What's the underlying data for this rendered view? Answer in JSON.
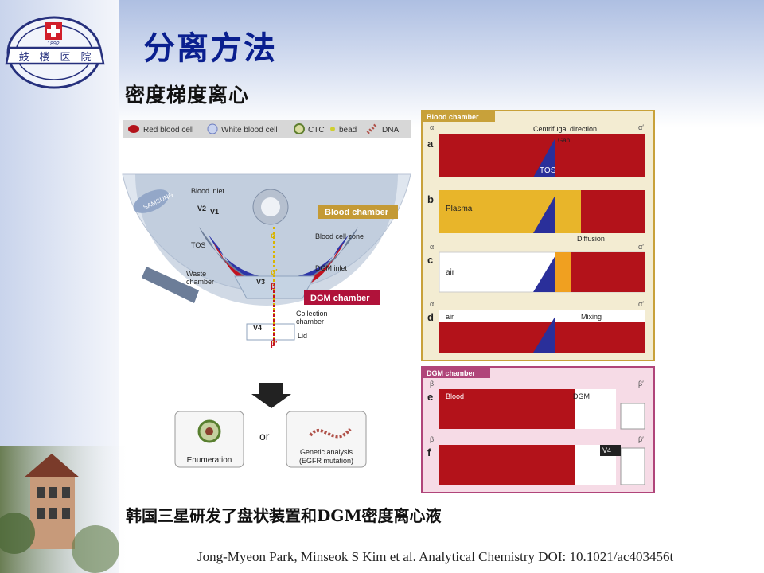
{
  "slide": {
    "title": "分离方法",
    "subtitle": "密度梯度离心",
    "caption": "韩国三星研发了盘状装置和DGM密度离心液",
    "citation": "Jong-Myeon Park, Minseok S Kim et al. Analytical Chemistry DOI: 10.1021/ac403456t"
  },
  "logo": {
    "year": "1892",
    "chars": [
      "鼓",
      "楼",
      "医",
      "院"
    ]
  },
  "legend": {
    "items": [
      "Red blood cell",
      "White blood cell",
      "CTC",
      "bead",
      "DNA"
    ]
  },
  "disc": {
    "brand": "SAMSUNG",
    "labels": {
      "blood_inlet": "Blood inlet",
      "v2": "V2",
      "v1": "V1",
      "tos": "TOS",
      "waste": "Waste\nchamber",
      "v3": "V3",
      "v4": "V4",
      "blood_cell_zone": "Blood cell zone",
      "dgm_inlet": "DGM inlet",
      "collection": "Collection\nchamber",
      "lid": "Lid",
      "alpha": "α",
      "alpha_prime": "α′",
      "beta": "β",
      "beta_prime": "β′"
    },
    "blood_chamber_tag": "Blood chamber",
    "dgm_chamber_tag": "DGM chamber"
  },
  "outputs": {
    "or": "or",
    "enumeration": "Enumeration",
    "genetic_line1": "Genetic analysis",
    "genetic_line2": "(EGFR mutation)"
  },
  "blood_chamber_panel": {
    "header": "Blood chamber",
    "rows": [
      {
        "letter": "a",
        "left": "α",
        "right": "α′",
        "notes": [
          "Centrifugal direction",
          "Gap",
          "TOS"
        ]
      },
      {
        "letter": "b",
        "left": "",
        "right": "",
        "notes": [
          "Plasma",
          "Diffusion"
        ]
      },
      {
        "letter": "c",
        "left": "α",
        "right": "α′",
        "notes": [
          "air"
        ]
      },
      {
        "letter": "d",
        "left": "α",
        "right": "α′",
        "notes": [
          "air",
          "Mixing"
        ]
      }
    ]
  },
  "dgm_chamber_panel": {
    "header": "DGM chamber",
    "rows": [
      {
        "letter": "e",
        "left": "β",
        "right": "β′",
        "notes": [
          "Blood",
          "DGM"
        ]
      },
      {
        "letter": "f",
        "left": "β",
        "right": "β′",
        "notes": [
          "V4"
        ]
      }
    ]
  },
  "colors": {
    "title": "#0a1f8f",
    "blood": "#b3121a",
    "blood_chamber_border": "#c8a13a",
    "dgm_chamber_border": "#b0457a",
    "tos": "#2a2f9a"
  }
}
